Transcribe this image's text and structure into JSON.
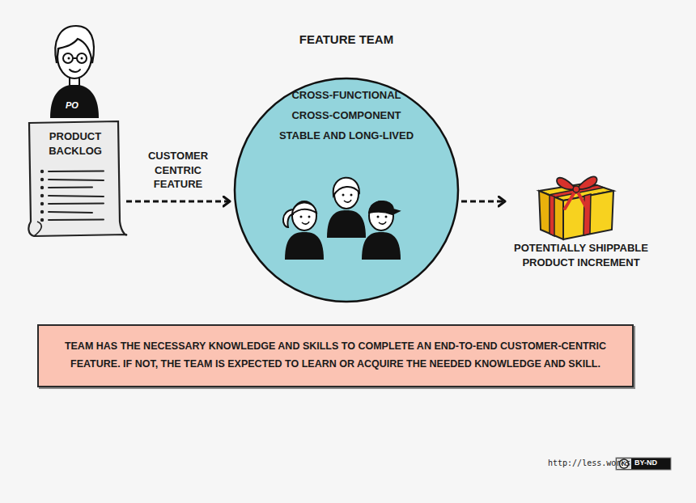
{
  "diagram": {
    "nodes": [
      {
        "text": [
          "PRODUCT BACKLOG"
        ]
      },
      {
        "text": [
          "FEATURE TEAM",
          "CROSS-FUNCTIONAL",
          "CROSS-COMPONENT",
          "STABLE AND LONG-LIVED"
        ]
      },
      {
        "text": [
          "POTENTIALLY SHIPPABLE PRODUCT INCREMENT"
        ]
      },
      {
        "text": [
          "TEAM HAS THE NECESSARY KNOWLEDGE AND SKILLS TO COMPLETE AN END-TO-END CUSTOMER-CENTRIC FEATURE. IF NOT, THE TEAM IS EXPECTED TO LEARN OR ACQUIRE THE NEEDED KNOWLEDGE AND SKILL."
        ]
      }
    ],
    "edges": [
      {
        "from": 0,
        "to": 1,
        "arrow": "to",
        "label": "CUSTOMER CENTRIC FEATURE"
      },
      {
        "from": 1,
        "to": 2,
        "arrow": "to"
      }
    ],
    "labels": [
      "PO",
      "http://less.works",
      "BY-ND"
    ]
  }
}
